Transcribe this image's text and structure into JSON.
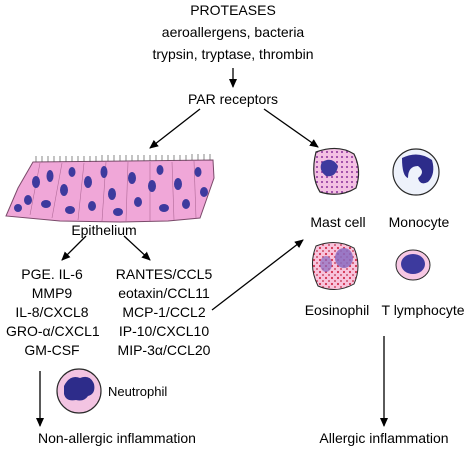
{
  "proteases": {
    "title": "PROTEASES",
    "line1": "aeroallergens, bacteria",
    "line2": "trypsin, tryptase, thrombin"
  },
  "par_receptors": "PAR receptors",
  "epithelium": "Epithelium",
  "mediators_left": [
    "PGE. IL-6",
    "MMP9",
    "IL-8/CXCL8",
    "GRO-α/CXCL1",
    "GM-CSF"
  ],
  "mediators_right": [
    "RANTES/CCL5",
    "eotaxin/CCL11",
    "MCP-1/CCL2",
    "IP-10/CXCL10",
    "MIP-3α/CCL20"
  ],
  "neutrophil": "Neutrophil",
  "non_allergic": "Non-allergic inflammation",
  "cells": {
    "mast_cell": "Mast cell",
    "monocyte": "Monocyte",
    "eosinophil": "Eosinophil",
    "t_lymphocyte": "T lymphocyte"
  },
  "allergic": "Allergic inflammation",
  "colors": {
    "tissue_pink": "#f0a7d8",
    "nucleus_blue": "#3d3a9e",
    "cell_outline": "#2a2a2a",
    "eosinophil_pink": "#f5b7d8",
    "granule_red": "#d2304f"
  }
}
